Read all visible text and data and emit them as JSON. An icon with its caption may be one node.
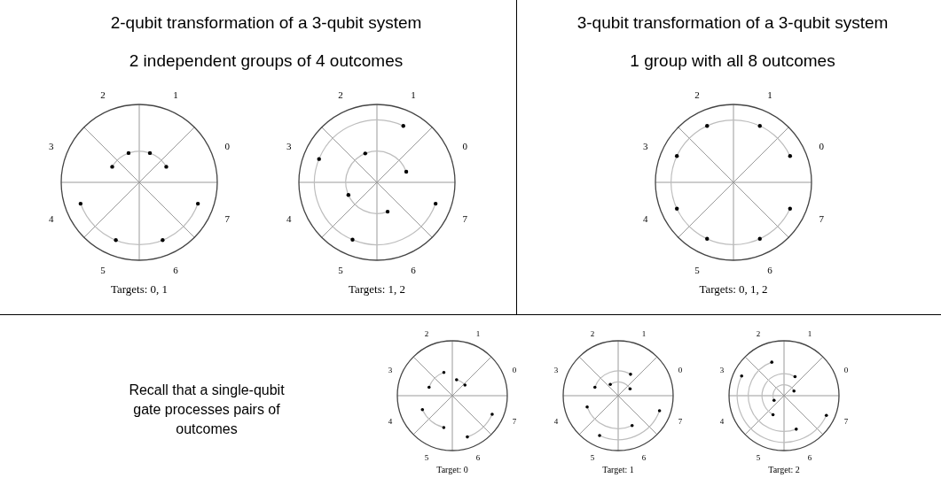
{
  "diagram": {
    "nodes": [
      {
        "text": [],
        "shape": "circle",
        "beside": [
          "2",
          "1",
          "3",
          "0",
          "4",
          "7",
          "5",
          "6",
          "Targets: 0, 1"
        ]
      },
      {
        "text": [],
        "shape": "circle",
        "beside": [
          "2",
          "1",
          "3",
          "0",
          "4",
          "7",
          "5",
          "6",
          "Targets: 1, 2"
        ]
      },
      {
        "text": [],
        "shape": "circle",
        "beside": [
          "2",
          "1",
          "3",
          "0",
          "4",
          "7",
          "5",
          "6",
          "Targets: 0, 1, 2"
        ]
      },
      {
        "text": [],
        "shape": "circle",
        "beside": [
          "2",
          "1",
          "3",
          "0",
          "4",
          "7",
          "5",
          "6",
          "Target: 0"
        ]
      },
      {
        "text": [],
        "shape": "circle",
        "beside": [
          "2",
          "1",
          "3",
          "0",
          "4",
          "7",
          "5",
          "6",
          "Target: 1"
        ]
      },
      {
        "text": [],
        "shape": "circle",
        "beside": [
          "2",
          "1",
          "3",
          "0",
          "4",
          "7",
          "5",
          "6",
          "Target: 2"
        ]
      }
    ],
    "labels": [
      "2-qubit transformation of a 3-qubit system",
      "3-qubit transformation of a 3-qubit system",
      "2 independent groups of 4 outcomes",
      "1 group with all 8 outcomes",
      "Recall that a single-qubit gate processes pairs of outcomes"
    ]
  }
}
